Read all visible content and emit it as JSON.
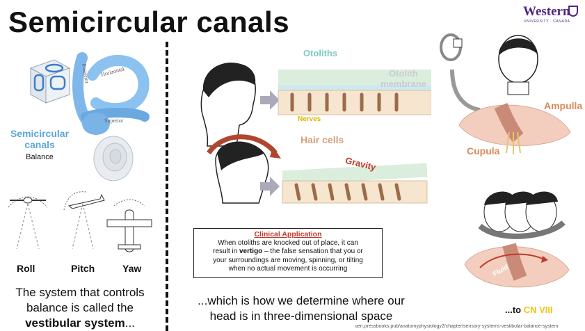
{
  "title": "Semicircular canals",
  "logo": {
    "name": "Western",
    "subtitle": "UNIVERSITY · CANADA"
  },
  "left": {
    "canals_label_line1": "Semicircular",
    "canals_label_line2": "canals",
    "canals_sublabel": "Balance",
    "canal_names": {
      "posterior": "Posterior",
      "horizontal": "Horizontal",
      "superior": "Superior"
    },
    "motions": [
      "Roll",
      "Pitch",
      "Yaw"
    ],
    "caption_line1": "The system that controls",
    "caption_line2": "balance is called the",
    "caption_bold": "vestibular system",
    "caption_tail": "..."
  },
  "middle": {
    "otoliths": "Otoliths",
    "otolith_membrane_line1": "Otolith",
    "otolith_membrane_line2": "membrane",
    "nerves": "Nerves",
    "hair_cells": "Hair cells",
    "gravity": "Gravity",
    "clinical": {
      "title": "Clinical Application",
      "line1": "When otoliths are knocked out of place, it can",
      "line2_pre": "result in ",
      "line2_bold": "vertigo",
      "line2_post": " – the false sensation that you or",
      "line3": "your surroundings are moving, spinning, or tilting",
      "line4": "when no actual movement is occurring"
    },
    "caption_line1": "...which is how we determine where our",
    "caption_line2": "head is in three-dimensional space"
  },
  "right": {
    "ampulla": "Ampulla",
    "cupula": "Cupula",
    "fluid": "Fluid",
    "to_prefix": "...to ",
    "cn": "CN VIII"
  },
  "url": "uen.pressbooks.pub/anatomyphysiology2/chapter/sensory-systems-vestibular-balance-system"
}
